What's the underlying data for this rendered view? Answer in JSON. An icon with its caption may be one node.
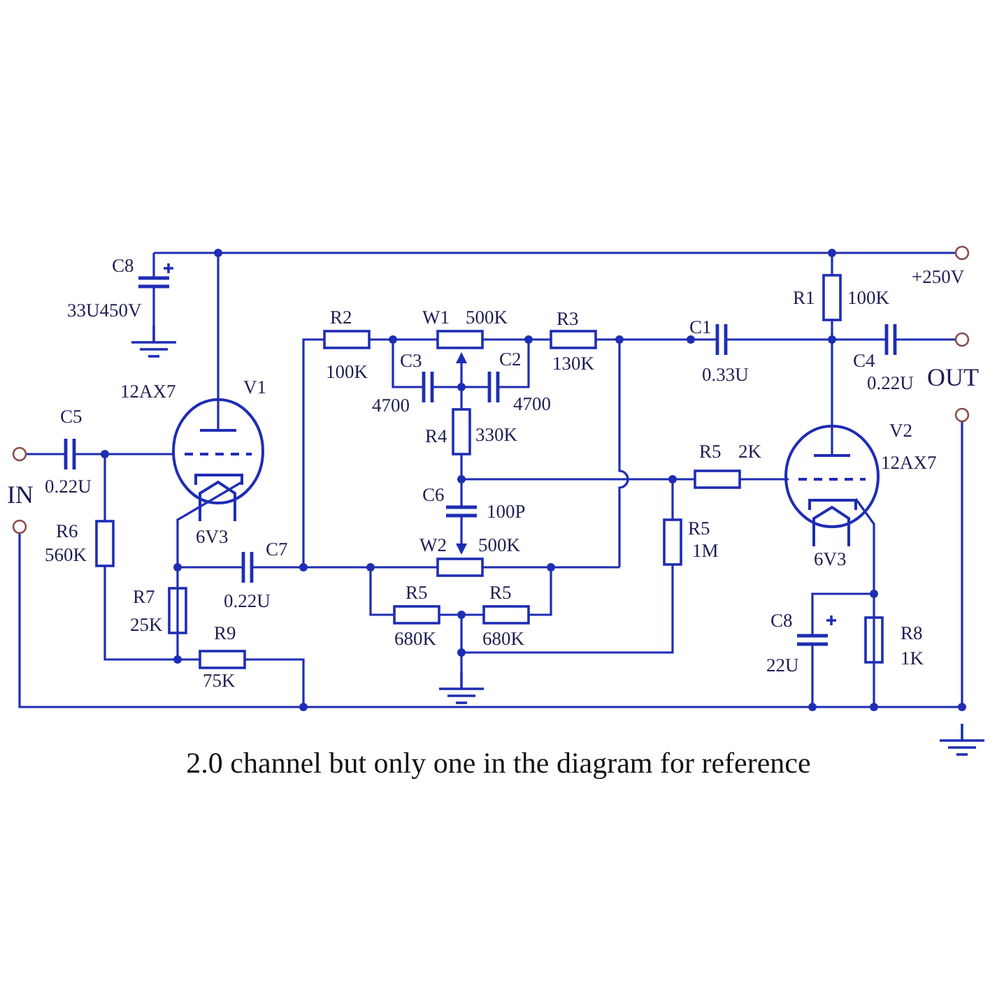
{
  "diagram": {
    "caption": "2.0 channel but only one in the diagram for reference",
    "labels": [
      "C8",
      "+250V",
      "33U450V",
      "R1",
      "100K",
      "R2",
      "W1",
      "500K",
      "R3",
      "C1",
      "C3",
      "C2",
      "100K",
      "130K",
      "C4",
      "0.33U",
      "0.22U",
      "OUT",
      "12AX7",
      "V1",
      "4700",
      "4700",
      "C5",
      "R4",
      "330K",
      "V2",
      "R5",
      "2K",
      "12AX7",
      "0.22U",
      "IN",
      "C6",
      "100P",
      "R6",
      "R5",
      "6V3",
      "C7",
      "W2",
      "500K",
      "560K",
      "1M",
      "6V3",
      "R7",
      "0.22U",
      "R5",
      "R5",
      "25K",
      "C8",
      "R9",
      "R8",
      "680K",
      "680K",
      "22U",
      "1K",
      "75K"
    ]
  }
}
